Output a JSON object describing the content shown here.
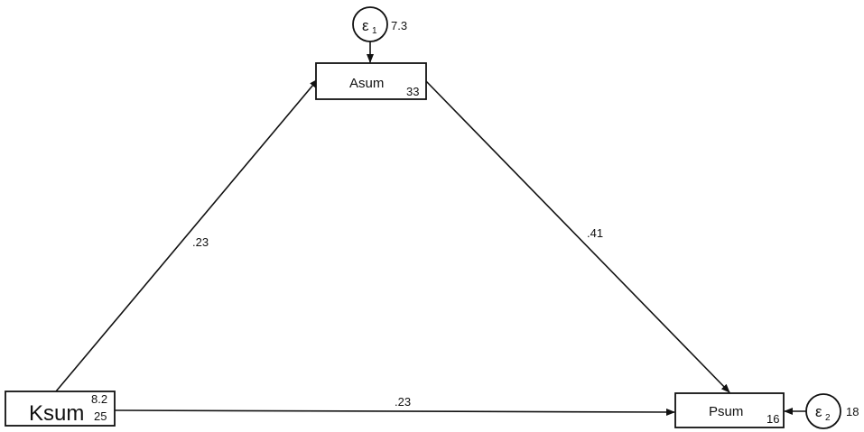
{
  "nodes": {
    "asum": {
      "label": "Asum",
      "intercept": "33"
    },
    "ksum": {
      "label": "Ksum",
      "mean": "8.2",
      "variance": "25"
    },
    "psum": {
      "label": "Psum",
      "intercept": "16"
    },
    "e1": {
      "symbol": "ε",
      "subscript": "1",
      "variance": "7.3"
    },
    "e2": {
      "symbol": "ε",
      "subscript": "2",
      "variance": "18"
    }
  },
  "paths": {
    "ksum_asum": ".23",
    "asum_psum": ".41",
    "ksum_psum": ".23"
  }
}
